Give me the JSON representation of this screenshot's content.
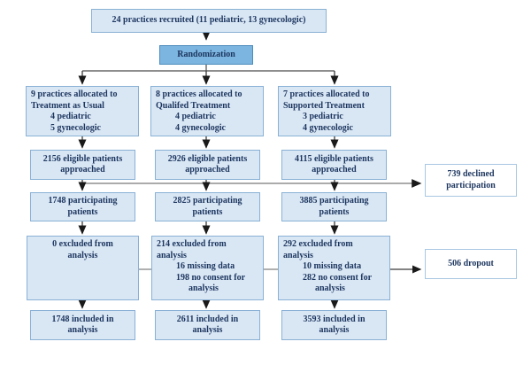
{
  "flowchart": {
    "recruited": "24 practices recruited (11 pediatric, 13 gynecologic)",
    "randomization": "Randomization",
    "columns": [
      {
        "allocated": {
          "line1": "9 practices allocated to",
          "line2": "Treatment as Usual",
          "sub1": "4 pediatric",
          "sub2": "5 gynecologic"
        },
        "eligible": {
          "line1": "2156 eligible patients",
          "line2": "approached"
        },
        "participating": {
          "line1": "1748 participating",
          "line2": "patients"
        },
        "excluded": {
          "line1": "0 excluded from",
          "line2": "analysis"
        },
        "included": {
          "line1": "1748 included in",
          "line2": "analysis"
        }
      },
      {
        "allocated": {
          "line1": "8 practices allocated to",
          "line2": "Qualifed Treatment",
          "sub1": "4 pediatric",
          "sub2": "4 gynecologic"
        },
        "eligible": {
          "line1": "2926 eligible patients",
          "line2": "approached"
        },
        "participating": {
          "line1": "2825 participating",
          "line2": "patients"
        },
        "excluded": {
          "line1": "214 excluded from",
          "line2": "analysis",
          "sub1": "16 missing data",
          "sub2": "198 no consent for",
          "sub3": "analysis"
        },
        "included": {
          "line1": "2611 included in",
          "line2": "analysis"
        }
      },
      {
        "allocated": {
          "line1": "7 practices allocated to",
          "line2": "Supported Treatment",
          "sub1": "3 pediatric",
          "sub2": "4 gynecologic"
        },
        "eligible": {
          "line1": "4115 eligible patients",
          "line2": "approached"
        },
        "participating": {
          "line1": "3885 participating",
          "line2": "patients"
        },
        "excluded": {
          "line1": "292 excluded from",
          "line2": "analysis",
          "sub1": "10 missing data",
          "sub2": "282 no consent for",
          "sub3": "analysis"
        },
        "included": {
          "line1": "3593 included in",
          "line2": "analysis"
        }
      }
    ],
    "declined": {
      "line1": "739 declined",
      "line2": "participation"
    },
    "dropout": {
      "line1": "506 dropout"
    }
  },
  "colors": {
    "box_fill": "#d9e7f5",
    "box_border": "#89b1d5",
    "randomization_fill": "#7cb5df",
    "randomization_border": "#4d8cbd",
    "side_box_fill": "#ffffff",
    "side_box_border": "#a9c7e3",
    "text": "#1c355e",
    "connector_gray": "#8f8f8f",
    "connector_dark": "#3a3a3a",
    "arrowhead": "#1a1a1a"
  }
}
